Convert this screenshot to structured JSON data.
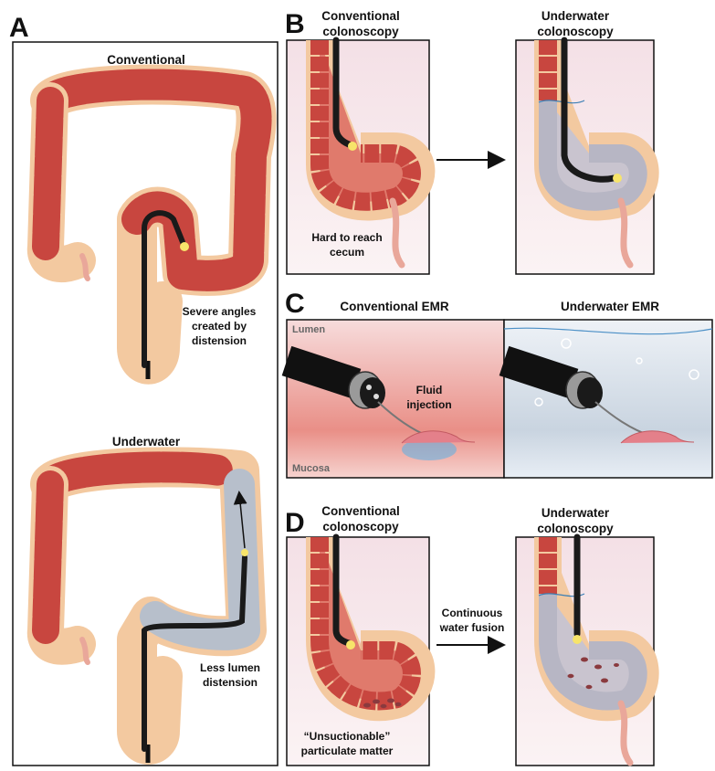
{
  "panels": {
    "A": {
      "letter": "A",
      "top_title_l1": "Conventional",
      "top_title_l2": "colonoscopy",
      "top_note_l1": "Severe angles",
      "top_note_l2": "created by",
      "top_note_l3": "distension",
      "bottom_title_l1": "Underwater",
      "bottom_title_l2": "colonoscopy",
      "bottom_note_l1": "Less lumen",
      "bottom_note_l2": "distension"
    },
    "B": {
      "letter": "B",
      "left_title_l1": "Conventional",
      "left_title_l2": "colonoscopy",
      "right_title_l1": "Underwater",
      "right_title_l2": "colonoscopy",
      "note_l1": "Hard to reach",
      "note_l2": "cecum"
    },
    "C": {
      "letter": "C",
      "left_title": "Conventional EMR",
      "right_title": "Underwater EMR",
      "lumen_label": "Lumen",
      "mucosa_label": "Mucosa",
      "injection_l1": "Fluid",
      "injection_l2": "injection"
    },
    "D": {
      "letter": "D",
      "left_title_l1": "Conventional",
      "left_title_l2": "colonoscopy",
      "right_title_l1": "Underwater",
      "right_title_l2": "colonoscopy",
      "arrow_l1": "Continuous",
      "arrow_l2": "water fusion",
      "note_l1": "“Unsuctionable”",
      "note_l2": "particulate matter"
    }
  },
  "colors": {
    "colon_outer": "#f3c9a0",
    "colon_wall": "#c8463f",
    "colon_inner": "#e17a6c",
    "scope": "#1a1a1a",
    "water": "#b8c6d4",
    "blue_injection": "#5ab0e6",
    "light_tip": "#f7e46a"
  }
}
